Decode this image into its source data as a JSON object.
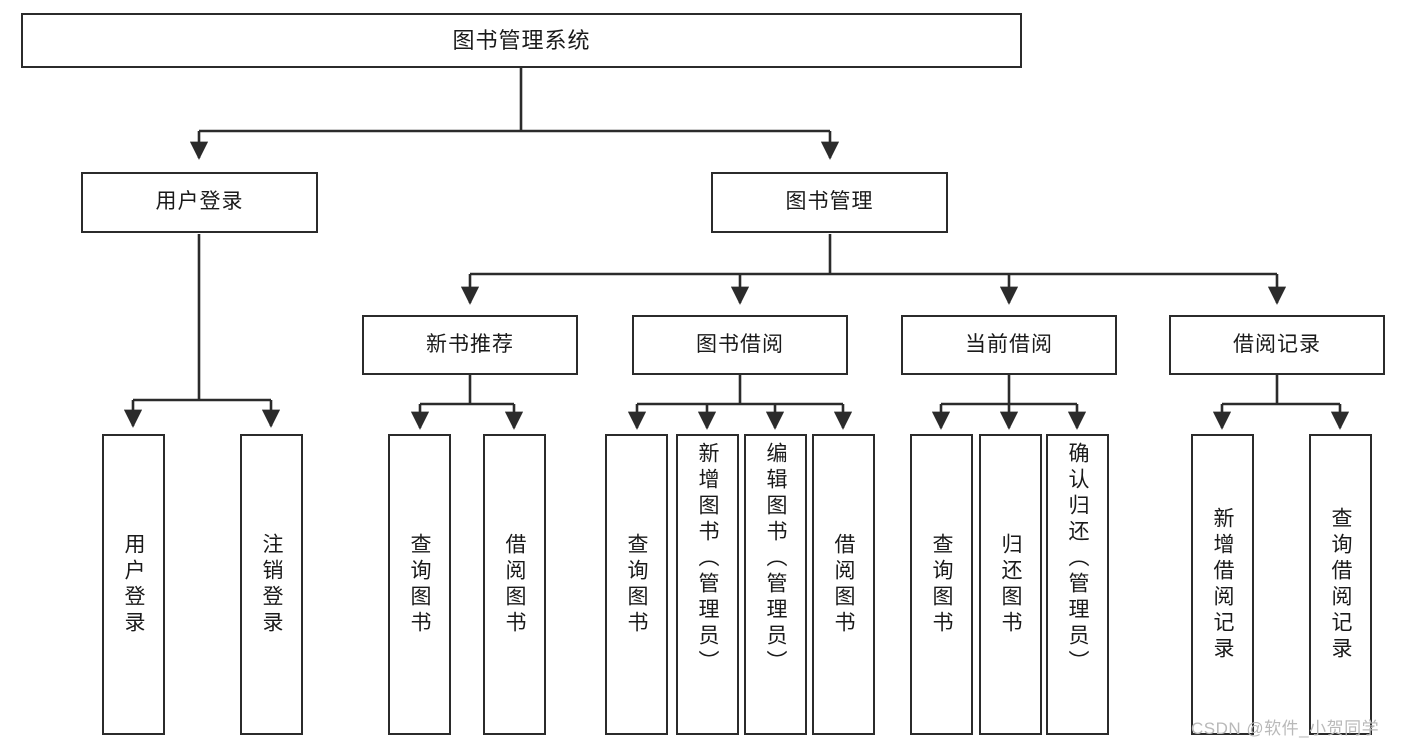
{
  "diagram": {
    "title": "图书管理系统",
    "type": "hierarchy-tree",
    "colors": {
      "box_border": "#2b2b2b",
      "box_fill": "#ffffff",
      "edge": "#2b2b2b",
      "text": "#1a1a1a",
      "watermark": "#b9b9b9"
    },
    "levels": {
      "root": {
        "label": "图书管理系统"
      },
      "level2": [
        {
          "label": "用户登录"
        },
        {
          "label": "图书管理"
        }
      ],
      "level3": [
        {
          "label": "新书推荐"
        },
        {
          "label": "图书借阅"
        },
        {
          "label": "当前借阅"
        },
        {
          "label": "借阅记录"
        }
      ],
      "leaves": {
        "user_login": [
          {
            "label": "用户登录"
          },
          {
            "label": "注销登录"
          }
        ],
        "new_book_recommend": [
          {
            "label": "查询图书"
          },
          {
            "label": "借阅图书"
          }
        ],
        "book_borrow": [
          {
            "label": "查询图书"
          },
          {
            "label": "新增图书（管理员）"
          },
          {
            "label": "编辑图书（管理员）"
          },
          {
            "label": "借阅图书"
          }
        ],
        "current_borrow": [
          {
            "label": "查询图书"
          },
          {
            "label": "归还图书"
          },
          {
            "label": "确认归还（管理员）"
          }
        ],
        "borrow_record": [
          {
            "label": "新增借阅记录"
          },
          {
            "label": "查询借阅记录"
          }
        ]
      }
    },
    "watermark": "CSDN @软件_小贺同学"
  }
}
